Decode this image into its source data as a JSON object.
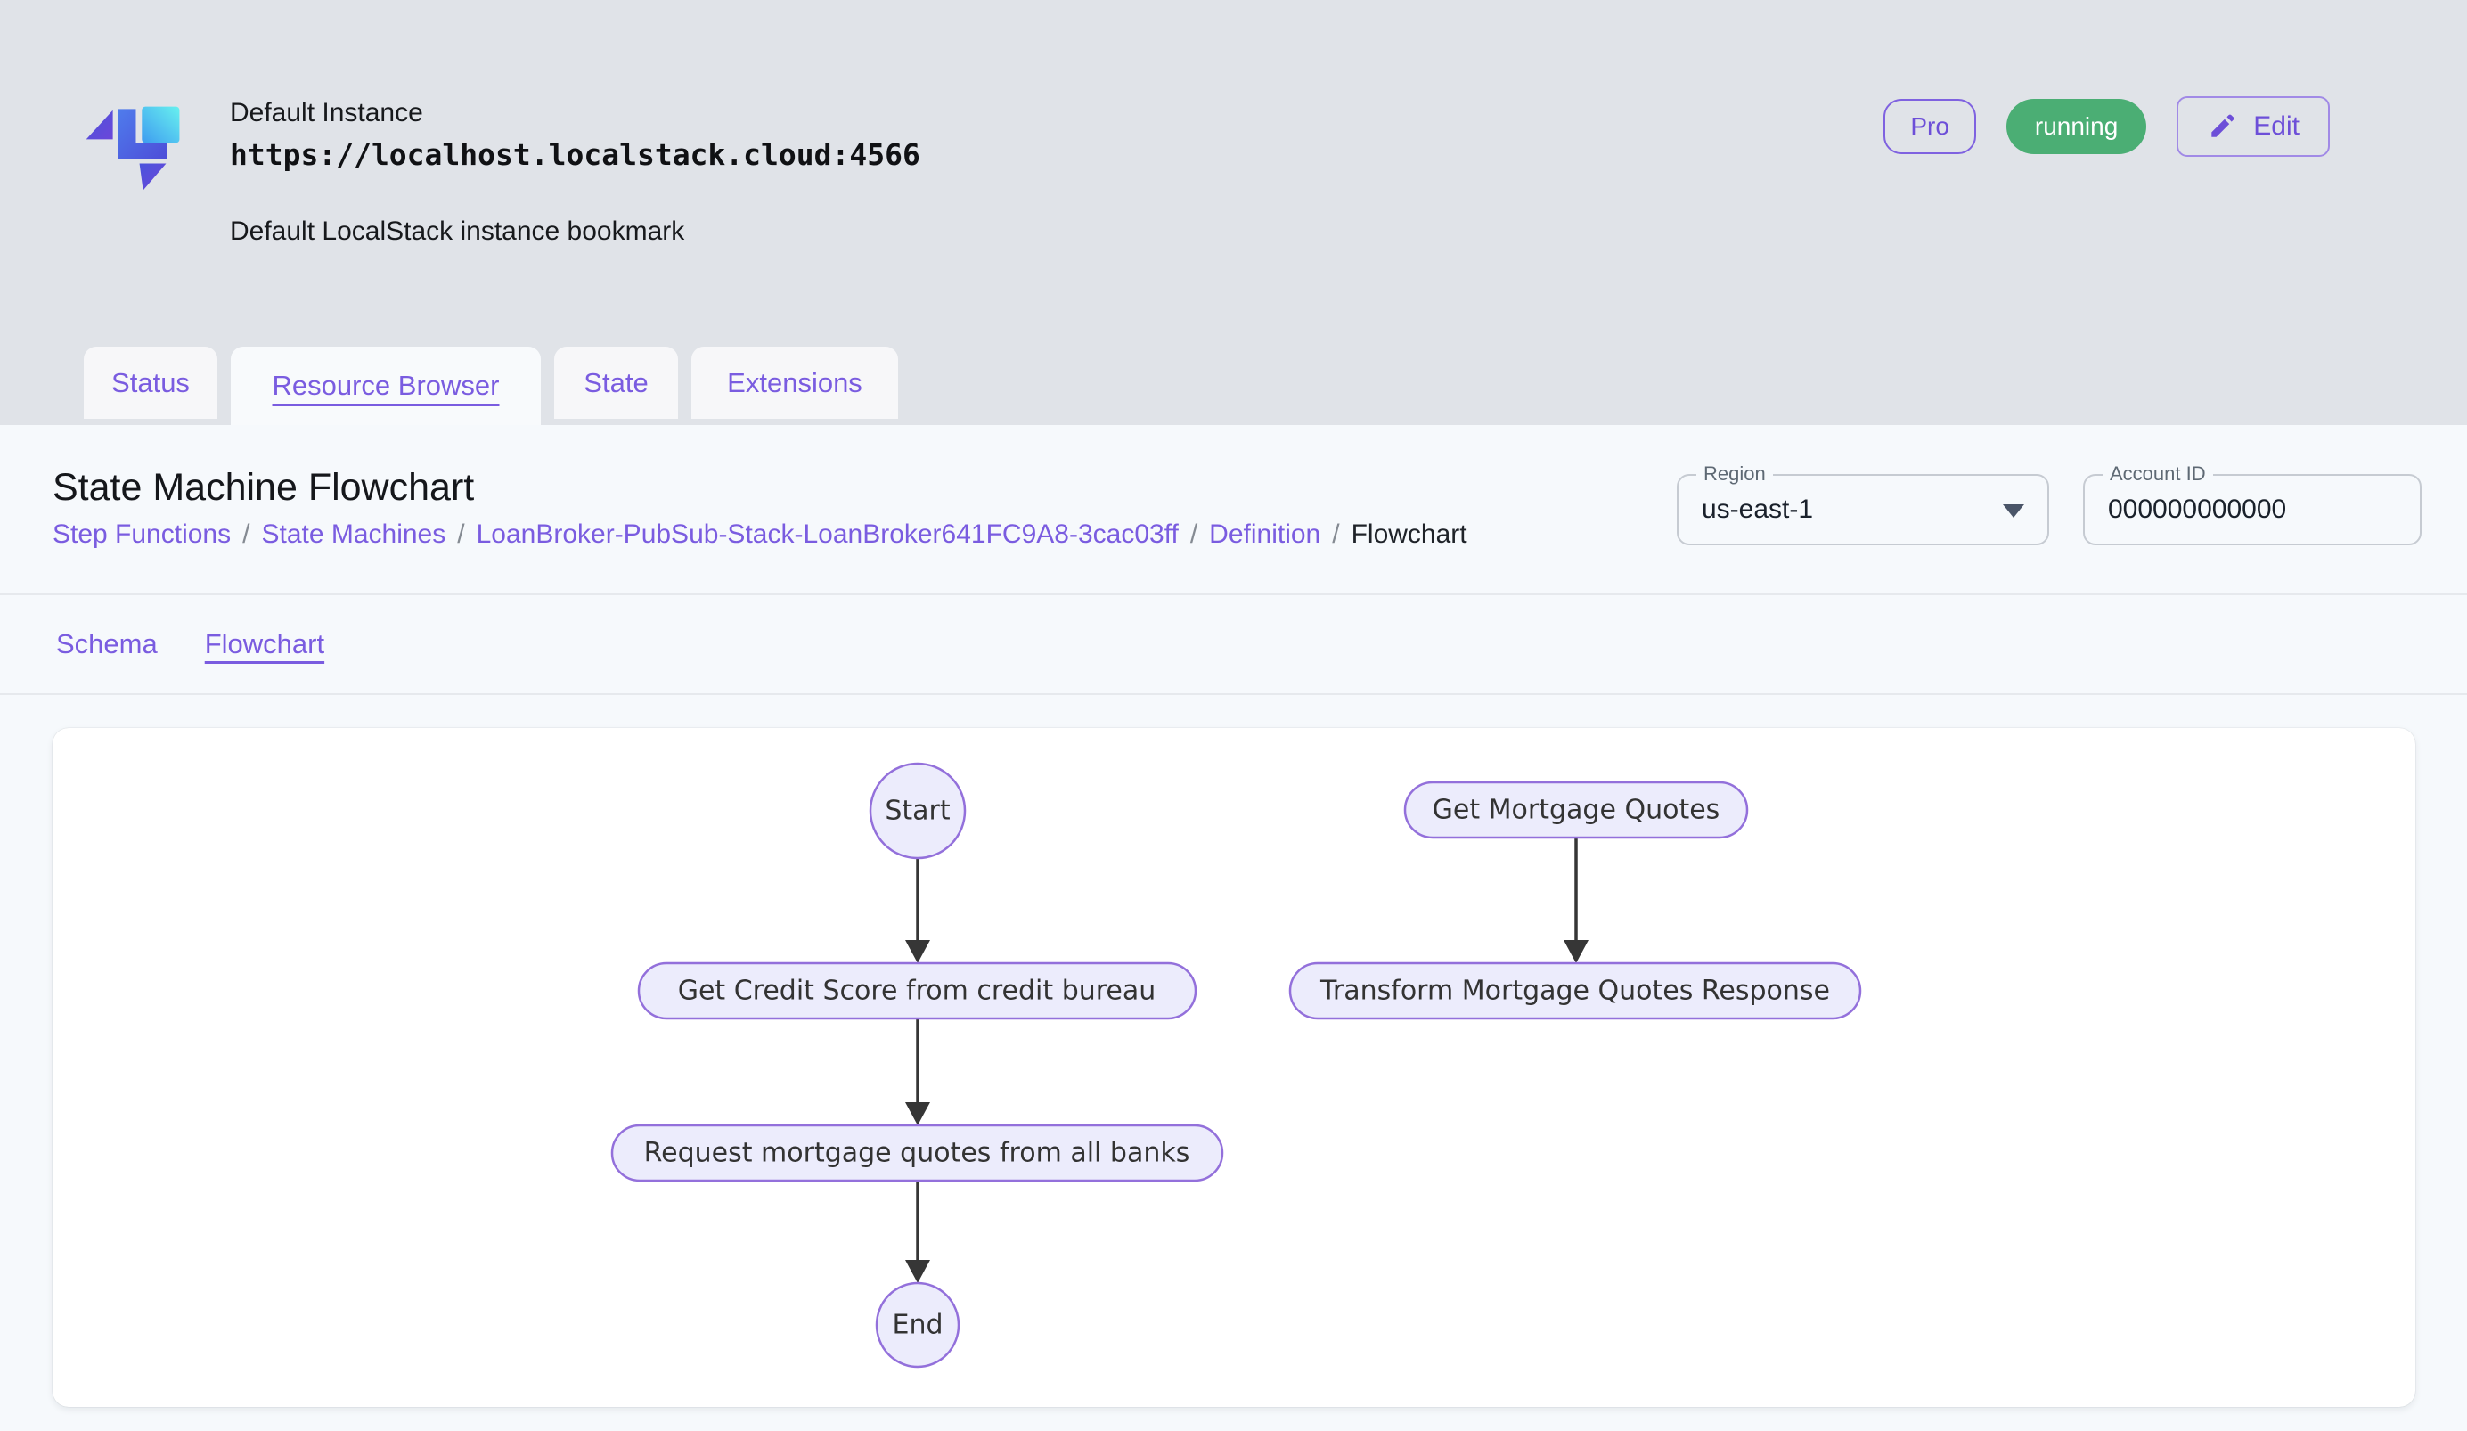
{
  "header": {
    "instance_name": "Default Instance",
    "instance_url": "https://localhost.localstack.cloud:4566",
    "instance_description": "Default LocalStack instance bookmark",
    "pro_badge": "Pro",
    "status_badge": "running",
    "edit_button": "Edit"
  },
  "tabs": [
    {
      "label": "Status",
      "active": false
    },
    {
      "label": "Resource Browser",
      "active": true
    },
    {
      "label": "State",
      "active": false
    },
    {
      "label": "Extensions",
      "active": false
    }
  ],
  "page": {
    "title": "State Machine Flowchart",
    "breadcrumb_sep": "/",
    "breadcrumb": [
      {
        "label": "Step Functions"
      },
      {
        "label": "State Machines"
      },
      {
        "label": "LoanBroker-PubSub-Stack-LoanBroker641FC9A8-3cac03ff"
      },
      {
        "label": "Definition"
      },
      {
        "label": "Flowchart"
      }
    ],
    "region": {
      "label": "Region",
      "value": "us-east-1"
    },
    "account": {
      "label": "Account ID",
      "value": "000000000000"
    },
    "subtabs": [
      {
        "label": "Schema",
        "active": false
      },
      {
        "label": "Flowchart",
        "active": true
      }
    ]
  },
  "flowchart": {
    "nodes": [
      {
        "id": "start",
        "label": "Start",
        "shape": "circle"
      },
      {
        "id": "get-credit-score",
        "label": "Get Credit Score from credit bureau",
        "shape": "stadium"
      },
      {
        "id": "request-quotes",
        "label": "Request mortgage quotes from all banks",
        "shape": "stadium"
      },
      {
        "id": "end",
        "label": "End",
        "shape": "circle"
      },
      {
        "id": "get-mortgage-quotes",
        "label": "Get Mortgage Quotes",
        "shape": "stadium"
      },
      {
        "id": "transform-response",
        "label": "Transform Mortgage Quotes Response",
        "shape": "stadium"
      }
    ],
    "edges": [
      {
        "from": "start",
        "to": "get-credit-score"
      },
      {
        "from": "get-credit-score",
        "to": "request-quotes"
      },
      {
        "from": "request-quotes",
        "to": "end"
      },
      {
        "from": "get-mortgage-quotes",
        "to": "transform-response"
      }
    ]
  },
  "colors": {
    "accent_purple": "#7A5CE0",
    "status_running_green": "#4BAE74",
    "node_fill": "#ECECFC",
    "node_border": "#9370DB",
    "header_background": "#E0E3E8",
    "panel_background": "#F6F9FC"
  }
}
